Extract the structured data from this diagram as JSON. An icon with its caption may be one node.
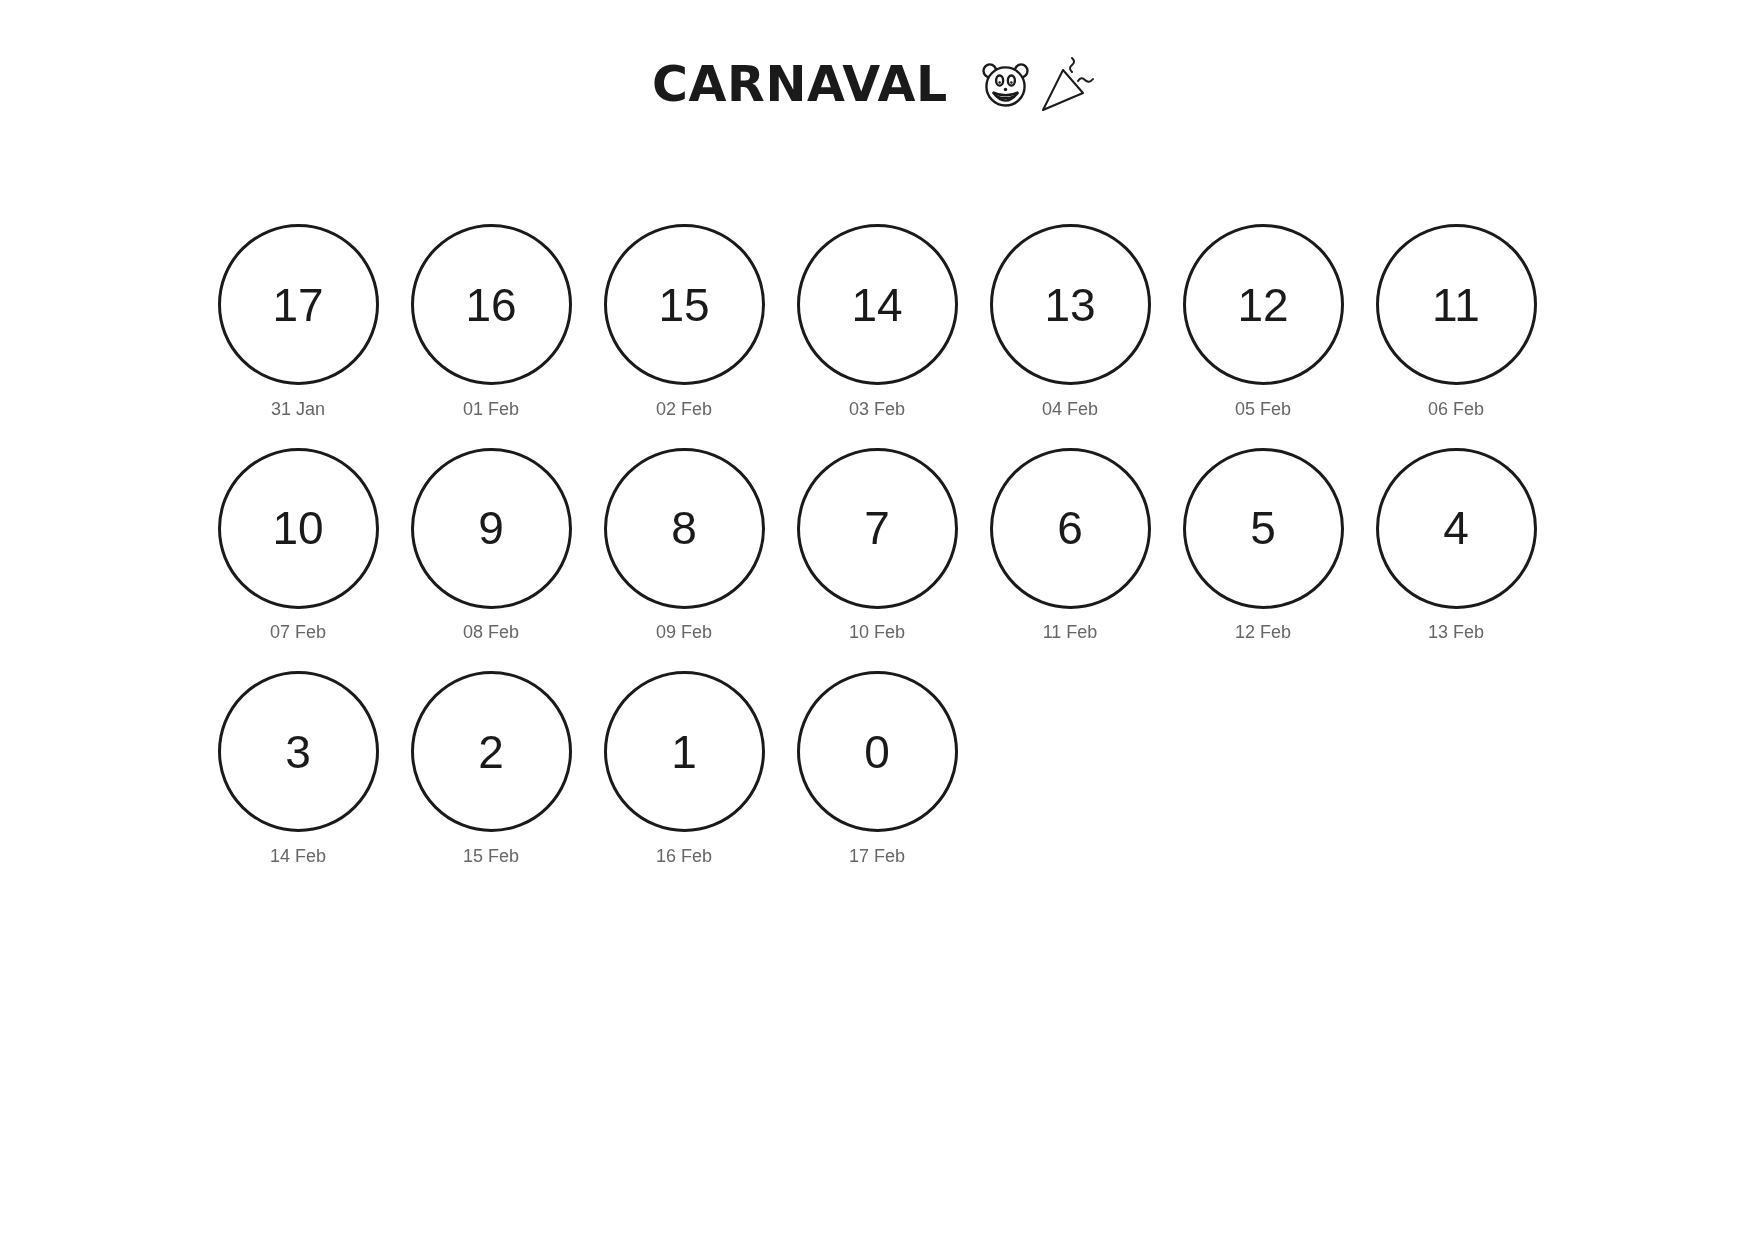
{
  "diagram": {
    "title": "CARNAVAL",
    "nodes": [
      {
        "text": [
          "17"
        ],
        "beside": [
          "31 Jan"
        ]
      },
      {
        "text": [
          "16"
        ],
        "beside": [
          "01 Feb"
        ]
      },
      {
        "text": [
          "15"
        ],
        "beside": [
          "02 Feb"
        ]
      },
      {
        "text": [
          "14"
        ],
        "beside": [
          "03 Feb"
        ]
      },
      {
        "text": [
          "13"
        ],
        "beside": [
          "04 Feb"
        ]
      },
      {
        "text": [
          "12"
        ],
        "beside": [
          "05 Feb"
        ]
      },
      {
        "text": [
          "11"
        ],
        "beside": [
          "06 Feb"
        ]
      },
      {
        "text": [
          "10"
        ],
        "beside": [
          "07 Feb"
        ]
      },
      {
        "text": [
          "9"
        ],
        "beside": [
          "08 Feb"
        ]
      },
      {
        "text": [
          "8"
        ],
        "beside": [
          "09 Feb"
        ]
      },
      {
        "text": [
          "7"
        ],
        "beside": [
          "10 Feb"
        ]
      },
      {
        "text": [
          "6"
        ],
        "beside": [
          "11 Feb"
        ]
      },
      {
        "text": [
          "5"
        ],
        "beside": [
          "12 Feb"
        ]
      },
      {
        "text": [
          "4"
        ],
        "beside": [
          "13 Feb"
        ]
      },
      {
        "text": [
          "3"
        ],
        "beside": [
          "14 Feb"
        ]
      },
      {
        "text": [
          "2"
        ],
        "beside": [
          "15 Feb"
        ]
      },
      {
        "text": [
          "1"
        ],
        "beside": [
          "16 Feb"
        ]
      },
      {
        "text": [
          "0"
        ],
        "beside": [
          "17 Feb"
        ]
      }
    ]
  }
}
